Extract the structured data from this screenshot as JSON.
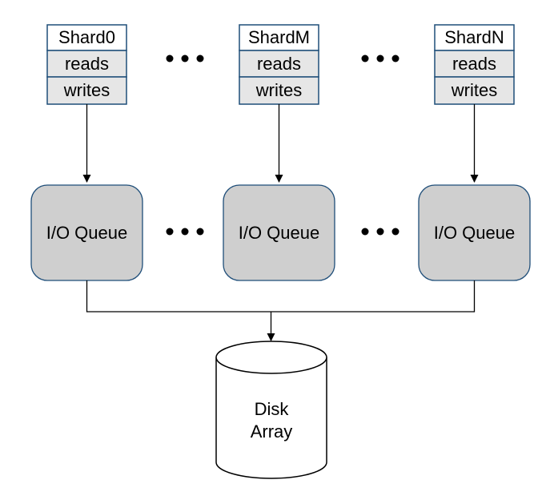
{
  "shards": [
    {
      "name": "Shard0",
      "rows": [
        "reads",
        "writes"
      ]
    },
    {
      "name": "ShardM",
      "rows": [
        "reads",
        "writes"
      ]
    },
    {
      "name": "ShardN",
      "rows": [
        "reads",
        "writes"
      ]
    }
  ],
  "queues": [
    {
      "label": "I/O Queue"
    },
    {
      "label": "I/O Queue"
    },
    {
      "label": "I/O Queue"
    }
  ],
  "disk": {
    "line1": "Disk",
    "line2": "Array"
  },
  "colors": {
    "row_fill": "#e6e6e6",
    "queue_fill": "#cfcfcf",
    "stroke_blue": "#1f4e79",
    "line": "#000000"
  }
}
